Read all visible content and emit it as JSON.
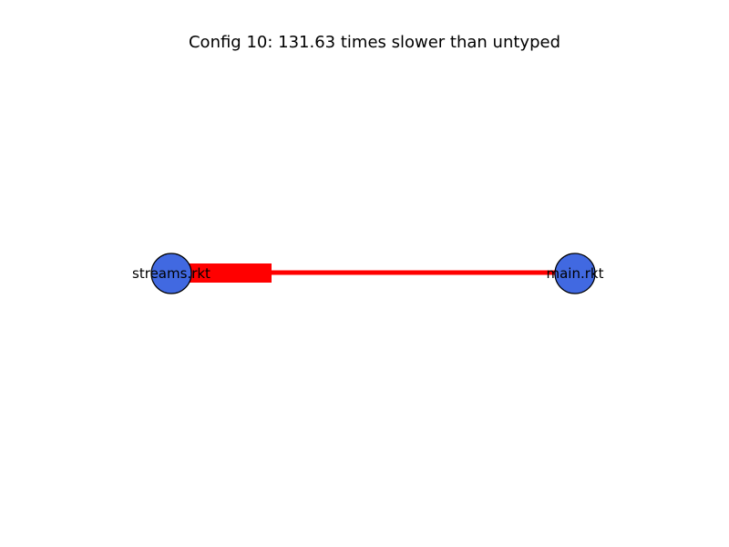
{
  "title": "Config 10: 131.63 times slower than untyped",
  "colors": {
    "background": "#ffffff",
    "node_fill": "#4169e1",
    "node_stroke": "#000000",
    "edge": "#ff0000",
    "text": "#000000"
  },
  "nodes": [
    {
      "id": "streams",
      "label": "streams.rkt"
    },
    {
      "id": "main",
      "label": "main.rkt"
    }
  ],
  "edges": [
    {
      "from": "main",
      "to": "streams",
      "style": "arrow-with-thick-head"
    }
  ]
}
